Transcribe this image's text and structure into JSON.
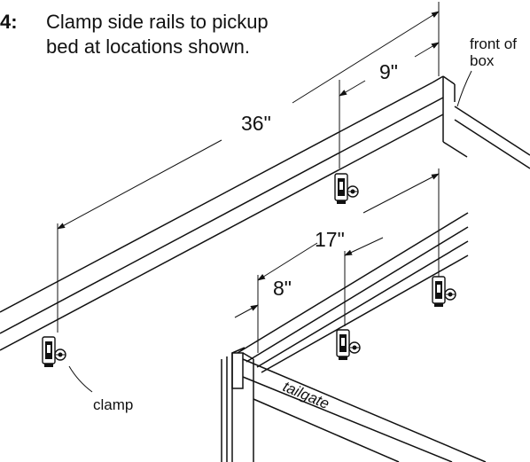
{
  "step": {
    "number": "4:",
    "instruction_line1": "Clamp side rails to pickup",
    "instruction_line2": "bed at locations shown."
  },
  "labels": {
    "front_of_box_line1": "front of",
    "front_of_box_line2": "box",
    "clamp": "clamp",
    "tailgate": "tailgate"
  },
  "dimensions": {
    "upper_rail_long": "36\"",
    "upper_rail_short": "9\"",
    "lower_rail_long": "17\"",
    "lower_rail_short": "8\""
  }
}
